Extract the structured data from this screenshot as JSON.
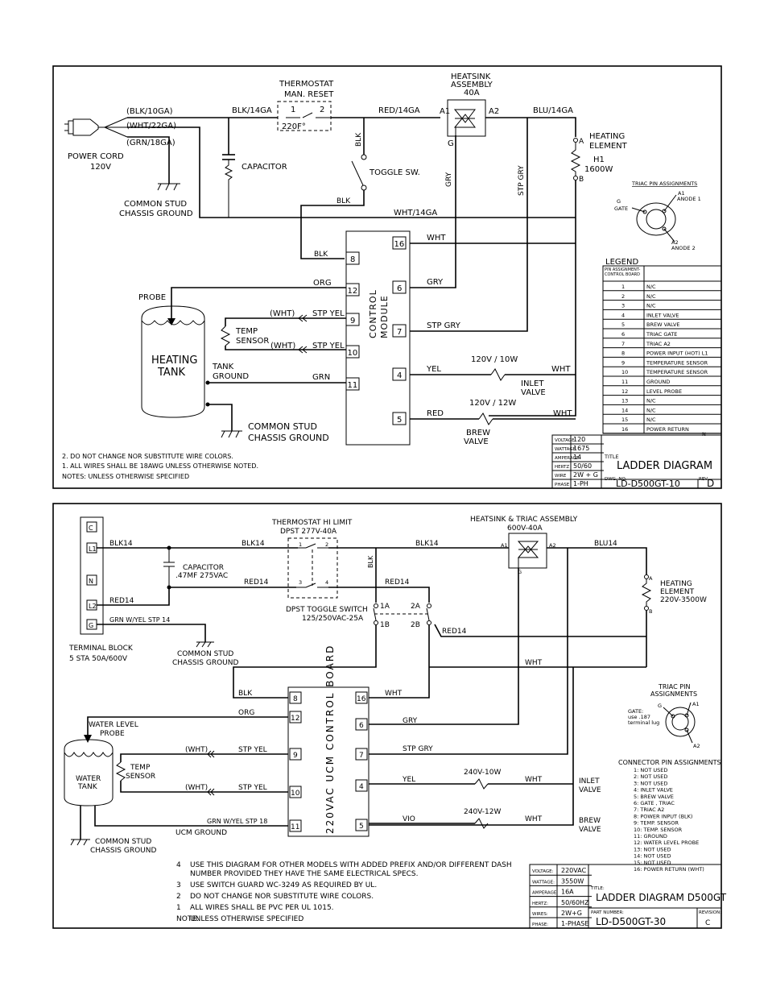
{
  "d1": {
    "power_cord": "POWER CORD",
    "power_cord_v": "120V",
    "blk10": "(BLK/10GA)",
    "wht22": "(WHT/22GA)",
    "grn18": "(GRN/18GA)",
    "common_stud": "COMMON STUD",
    "chassis_ground": "CHASSIS GROUND",
    "thermostat": "THERMOSTAT",
    "man_reset": "MAN. RESET",
    "t1": "1",
    "t2": "2",
    "temp220": "220F°",
    "blk14": "BLK/14GA",
    "red14": "RED/14GA",
    "blu14": "BLU/14GA",
    "wht14": "WHT/14GA",
    "heatsink": "HEATSINK",
    "assembly": "ASSEMBLY",
    "a40": "40A",
    "a1": "A1",
    "a2": "A2",
    "g": "G",
    "heating": "HEATING",
    "element": "ELEMENT",
    "h1": "H1",
    "w1600": "1600W",
    "pa": "A",
    "pb": "B",
    "capacitor": "CAPACITOR",
    "toggle": "TOGGLE SW.",
    "blk": "BLK",
    "gry": "GRY",
    "stp_gry": "STP GRY",
    "triac_pin": "TRIAC PIN ASSIGNMENTS",
    "triac_g": "G",
    "gate": "GATE",
    "anode1": "ANODE 1",
    "anode2": "ANODE 2",
    "legend": "LEGEND",
    "legend_head": "PIN ASSIGNMENT-CONTROL BOARD",
    "legend_rows": [
      [
        "1",
        "N/C"
      ],
      [
        "2",
        "N/C"
      ],
      [
        "3",
        "N/C"
      ],
      [
        "4",
        "INLET VALVE"
      ],
      [
        "5",
        "BREW VALVE"
      ],
      [
        "6",
        "TRIAC GATE"
      ],
      [
        "7",
        "TRIAC A2"
      ],
      [
        "8",
        "POWER INPUT (HOT) L1"
      ],
      [
        "9",
        "TEMPERATURE SENSOR"
      ],
      [
        "10",
        "TEMPERATURE SENSOR"
      ],
      [
        "11",
        "GROUND"
      ],
      [
        "12",
        "LEVEL PROBE"
      ],
      [
        "13",
        "N/C"
      ],
      [
        "14",
        "N/C"
      ],
      [
        "15",
        "N/C"
      ],
      [
        "16",
        "POWER RETURN"
      ]
    ],
    "n": "N",
    "control": "CONTROL",
    "module": "MODULE",
    "org": "ORG",
    "probe": "PROBE",
    "wht": "WHT",
    "wht_p": "(WHT)",
    "stp_yel": "STP YEL",
    "temp": "TEMP",
    "sensor": "SENSOR",
    "heating_tank1": "HEATING",
    "heating_tank2": "TANK",
    "tank": "TANK",
    "ground": "GROUND",
    "grn": "GRN",
    "yel": "YEL",
    "red": "RED",
    "v10w": "120V / 10W",
    "v12w": "120V / 12W",
    "inlet": "INLET",
    "valve": "VALVE",
    "brew": "BREW",
    "pins": [
      "16",
      "6",
      "7",
      "4",
      "5",
      "8",
      "12",
      "9",
      "10",
      "11"
    ],
    "notes": [
      "2. DO NOT CHANGE NOR SUBSTITUTE WIRE COLORS.",
      "1. ALL WIRES SHALL BE 18AWG UNLESS OTHERWISE NOTED.",
      "NOTES: UNLESS OTHERWISE SPECIFIED"
    ],
    "spec_labels": [
      "VOLTAGE",
      "WATTAGE",
      "AMPERAGE",
      "HERTZ",
      "WIRE",
      "PHASE"
    ],
    "spec_values": [
      "120",
      "1675",
      "14",
      "50/60",
      "2W + G",
      "1-PH"
    ],
    "title_lbl": "TITLE",
    "title": "LADDER DIAGRAM",
    "dwg_lbl": "DWG. NO.",
    "dwg": "LD-D500GT-10",
    "rev_lbl": "REV",
    "rev": "D"
  },
  "d2": {
    "tb": [
      "C",
      "L1",
      "N",
      "L2",
      "G"
    ],
    "terminal_block": "TERMINAL BLOCK",
    "tb_spec": "5 STA 50A/600V",
    "blk14": "BLK14",
    "red14": "RED14",
    "blu14": "BLU14",
    "grn_yel": "GRN W/YEL STP 14",
    "common_stud": "COMMON STUD",
    "chassis_ground": "CHASSIS GROUND",
    "capacitor": "CAPACITOR",
    "cap_spec": ".47MF 275VAC",
    "thermo1": "THERMOSTAT HI LIMIT",
    "thermo2": "DPST 277V-40A",
    "s1": "1",
    "s2": "2",
    "s3": "3",
    "s4": "4",
    "blk": "BLK",
    "dpst1": "DPST TOGGLE SWITCH",
    "dpst2": "125/250VAC-25A",
    "p1a": "1A",
    "p2a": "2A",
    "p1b": "1B",
    "p2b": "2B",
    "heatsink": "HEATSINK & TRIAC ASSEMBLY",
    "hs_spec": "600V-40A",
    "a1": "A1",
    "a2": "A2",
    "g": "G",
    "heating": "HEATING",
    "element": "ELEMENT",
    "el_spec": "220V-3500W",
    "pa": "A",
    "pb": "B",
    "wht": "WHT",
    "triac1": "TRIAC PIN",
    "triac2": "ASSIGNMENTS",
    "gate": "GATE:",
    "gate2": "use .187",
    "gate3": "terminal lug",
    "ta1": "A1",
    "ta2": "A2",
    "tg": "G",
    "board": "220VAC UCM CONTROL BOARD",
    "pins": [
      "8",
      "12",
      "9",
      "10",
      "11",
      "16",
      "6",
      "7",
      "4",
      "5"
    ],
    "org": "ORG",
    "water_level": "WATER LEVEL",
    "probe": "PROBE",
    "water": "WATER",
    "tank": "TANK",
    "wht_p": "(WHT)",
    "stp_yel": "STP YEL",
    "temp": "TEMP",
    "sensor": "SENSOR",
    "grn_yel18": "GRN W/YEL STP 18",
    "ucm_ground": "UCM GROUND",
    "gry": "GRY",
    "stp_gry": "STP GRY",
    "yel": "YEL",
    "vio": "VIO",
    "v10w": "240V-10W",
    "v12w": "240V-12W",
    "inlet": "INLET",
    "valve": "VALVE",
    "brew": "BREW",
    "connector_title": "CONNECTOR PIN ASSIGNMENTS",
    "connector_rows": [
      "1: NOT USED",
      "2: NOT USED",
      "3: NOT USED",
      "4: INLET VALVE",
      "5: BREW VALVE",
      "6: GATE , TRIAC",
      "7: TRIAC A2",
      "8: POWER INPUT (BLK)",
      "9: TEMP. SENSOR",
      "10: TEMP. SENSOR",
      "11: GROUND",
      "12: WATER LEVEL PROBE",
      "13: NOT USED",
      "14: NOT USED",
      "15: NOT USED",
      "16: POWER RETURN (WHT)"
    ],
    "notes": [
      [
        "4",
        "USE THIS DIAGRAM FOR OTHER MODELS WITH ADDED PREFIX AND/OR DIFFERENT DASH"
      ],
      [
        "",
        "NUMBER PROVIDED THEY HAVE THE SAME ELECTRICAL SPECS."
      ],
      [
        "3",
        "USE SWITCH GUARD WC-3249 AS REQUIRED BY UL."
      ],
      [
        "2",
        "DO NOT CHANGE NOR SUBSTITUTE WIRE COLORS."
      ],
      [
        "1",
        "ALL WIRES SHALL BE PVC PER UL 1015."
      ],
      [
        "NOTE:",
        "UNLESS OTHERWISE SPECIFIED"
      ]
    ],
    "spec_labels": [
      "VOLTAGE:",
      "WATTAGE:",
      "AMPERAGE:",
      "HERTZ:",
      "WIRES:",
      "PHASE:"
    ],
    "spec_values": [
      "220VAC",
      "3550W",
      "16A",
      "50/60HZ",
      "2W+G",
      "1-PHASE"
    ],
    "title_lbl": "TITLE:",
    "title": "LADDER DIAGRAM D500GT",
    "part_lbl": "PART NUMBER:",
    "part": "LD-D500GT-30",
    "rev_lbl": "REVISION:",
    "rev": "C"
  }
}
